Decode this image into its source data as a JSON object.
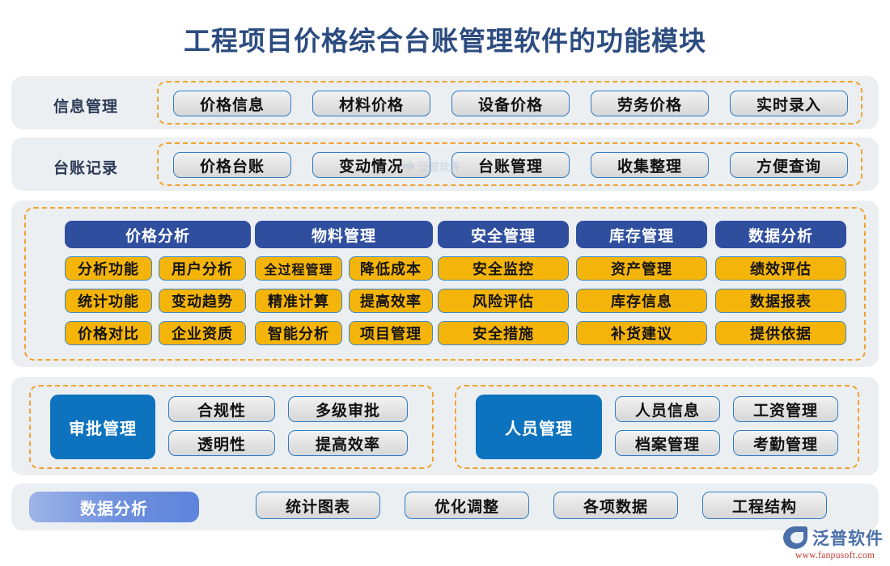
{
  "title": "工程项目价格综合台账管理软件的功能模块",
  "rows": [
    {
      "label": "信息管理",
      "items": [
        "价格信息",
        "材料价格",
        "设备价格",
        "劳务价格",
        "实时录入"
      ]
    },
    {
      "label": "台账记录",
      "items": [
        "价格台账",
        "变动情况",
        "台账管理",
        "收集整理",
        "方便查询"
      ]
    }
  ],
  "grid": {
    "columns": [
      {
        "header": "价格分析",
        "subcolumns": [
          [
            "分析功能",
            "统计功能",
            "价格对比"
          ],
          [
            "用户分析",
            "变动趋势",
            "企业资质"
          ]
        ]
      },
      {
        "header": "物料管理",
        "subcolumns": [
          [
            "全过程管理",
            "精准计算",
            "智能分析"
          ],
          [
            "降低成本",
            "提高效率",
            "项目管理"
          ]
        ]
      },
      {
        "header": "安全管理",
        "subcolumns": [
          [
            "安全监控",
            "风险评估",
            "安全措施"
          ]
        ]
      },
      {
        "header": "库存管理",
        "subcolumns": [
          [
            "资产管理",
            "库存信息",
            "补货建议"
          ]
        ]
      },
      {
        "header": "数据分析",
        "subcolumns": [
          [
            "绩效评估",
            "数据报表",
            "提供依据"
          ]
        ]
      }
    ]
  },
  "groups": [
    {
      "header": "审批管理",
      "items": [
        "合规性",
        "多级审批",
        "透明性",
        "提高效率"
      ]
    },
    {
      "header": "人员管理",
      "items": [
        "人员信息",
        "工资管理",
        "档案管理",
        "考勤管理"
      ]
    }
  ],
  "bottom": {
    "header": "数据分析",
    "items": [
      "统计图表",
      "优化调整",
      "各项数据",
      "工程结构"
    ]
  },
  "watermark": {
    "text": "泛普软件"
  },
  "logo": {
    "name": "泛普软件",
    "url": "www.fanpusoft.com"
  },
  "colors": {
    "title": "#2C4C80",
    "panel": "#ECEFF2",
    "dashed": "#F0A22E",
    "navy": "#2F4E9E",
    "blue": "#0E73BE",
    "yellow": "#F5B40A",
    "pill_border": "#2E7BC4"
  }
}
